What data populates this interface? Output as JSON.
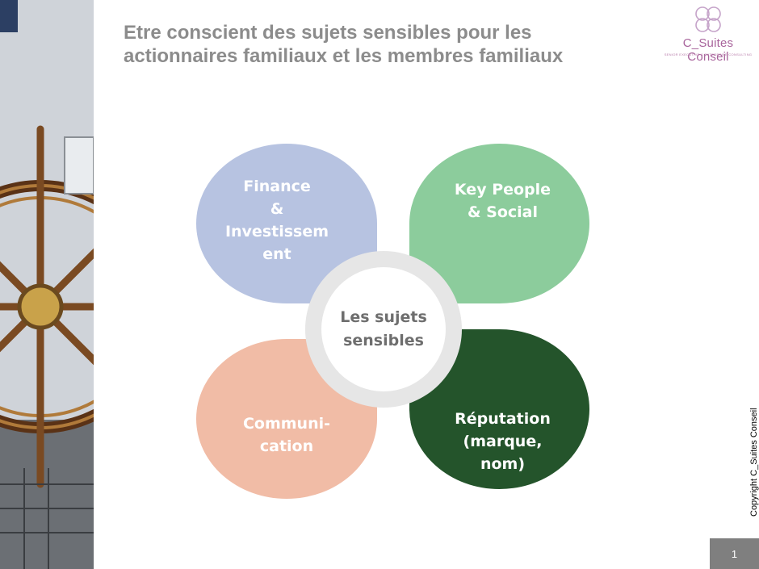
{
  "slide": {
    "title": "Etre conscient des sujets sensibles pour les actionnaires familiaux et les membres familiaux"
  },
  "logo": {
    "name": "C_Suites Conseil",
    "tagline": "SENIOR EXECUTIVE & ENTERPRISE CONSULTING",
    "color": "#a8649c"
  },
  "diagram": {
    "center": "Les sujets sensibles",
    "petals": [
      {
        "label": "Finance & Investissem ent",
        "lines": [
          "Finance",
          "&",
          "Investissem",
          "ent"
        ],
        "color": "#b7c3e1"
      },
      {
        "label": "Key People & Social",
        "lines": [
          "Key People",
          "& Social"
        ],
        "color": "#8ccc9c"
      },
      {
        "label": "Communi- cation",
        "lines": [
          "Communi-",
          "cation"
        ],
        "color": "#f1bca6"
      },
      {
        "label": "Réputation (marque, nom)",
        "lines": [
          "Réputation",
          "(marque,",
          "nom)"
        ],
        "color": "#24542b"
      }
    ]
  },
  "footer": {
    "copyright": "Copyright C_Suites Conseil",
    "page_number": "1"
  }
}
